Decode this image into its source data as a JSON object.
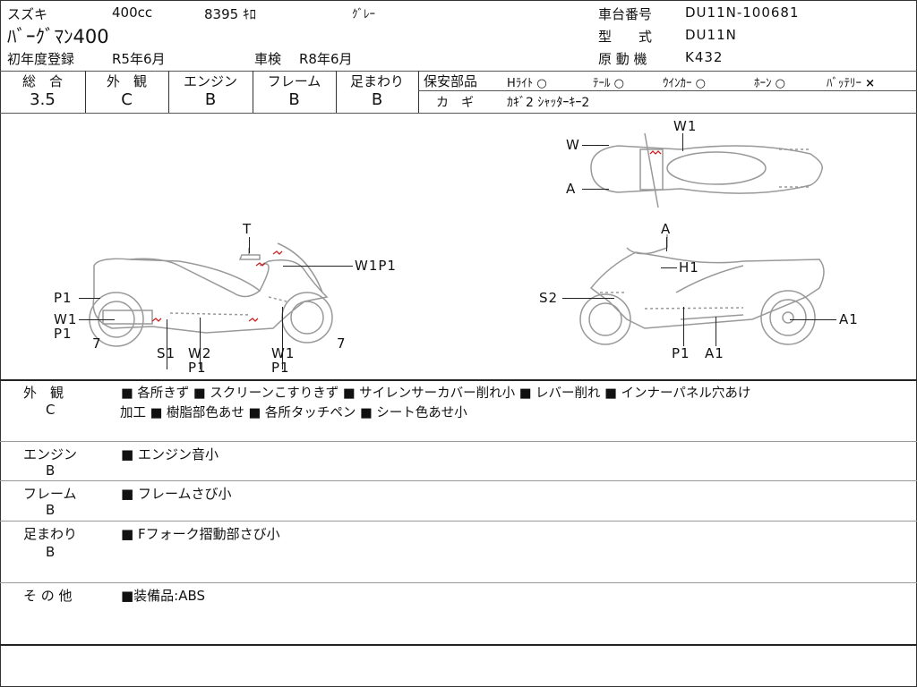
{
  "header": {
    "maker": "スズキ",
    "displacement": "400cc",
    "mileage": "8395 ｷﾛ",
    "color": "ｸﾞﾚｰ",
    "model_name": "ﾊﾞｰｸﾞﾏﾝ400",
    "first_reg_label": "初年度登録",
    "first_reg_value": "R5年6月",
    "inspection_label": "車検",
    "inspection_value": "R8年6月",
    "frame_no_label": "車台番号",
    "frame_no_value": "DU11N-100681",
    "type_label": "型　　式",
    "type_value": "DU11N",
    "engine_label": "原 動 機",
    "engine_value": "K432"
  },
  "ratings": [
    {
      "label": "総　合",
      "value": "3.5"
    },
    {
      "label": "外　観",
      "value": "C"
    },
    {
      "label": "エンジン",
      "value": "B"
    },
    {
      "label": "フレーム",
      "value": "B"
    },
    {
      "label": "足まわり",
      "value": "B"
    }
  ],
  "safety": {
    "label": "保安部品",
    "items": [
      {
        "name": "Hﾗｲﾄ",
        "mark": "○"
      },
      {
        "name": "ﾃｰﾙ",
        "mark": "○"
      },
      {
        "name": "ｳｲﾝｶｰ",
        "mark": "○"
      },
      {
        "name": "ﾎｰﾝ",
        "mark": "○"
      },
      {
        "name": "ﾊﾞｯﾃﾘｰ",
        "mark": "×"
      }
    ],
    "key_label": "カ　ギ",
    "key_value": "ｶｷﾞ2 ｼｬｯﾀｰｷｰ2"
  },
  "diagram": {
    "left_side": [
      "T",
      "W1P1",
      "P1",
      "W1",
      "P1",
      "7",
      "S1",
      "W2",
      "P1",
      "W1",
      "P1",
      "7"
    ],
    "top_view": [
      "W1",
      "W",
      "A"
    ],
    "right_side": [
      "A",
      "H1",
      "S2",
      "A1",
      "P1",
      "A1"
    ]
  },
  "comments": [
    {
      "category": "外　観",
      "grade": "C",
      "text": "■ 各所きず ■ スクリーンこすりきず ■ サイレンサーカバー削れ小 ■ レバー削れ ■ インナーパネル穴あけ",
      "text2": "加工 ■ 樹脂部色あせ ■ 各所タッチペン ■ シート色あせ小"
    },
    {
      "category": "エンジン",
      "grade": "B",
      "text": "■ エンジン音小"
    },
    {
      "category": "フレーム",
      "grade": "B",
      "text": "■ フレームさび小"
    },
    {
      "category": "足まわり",
      "grade": "B",
      "text": "■ Fフォーク摺動部さび小"
    },
    {
      "category": "そ の 他",
      "text": "■装備品:ABS"
    }
  ],
  "colors": {
    "line": "#333333",
    "damage": "#cc2222",
    "sketch": "#999999"
  }
}
